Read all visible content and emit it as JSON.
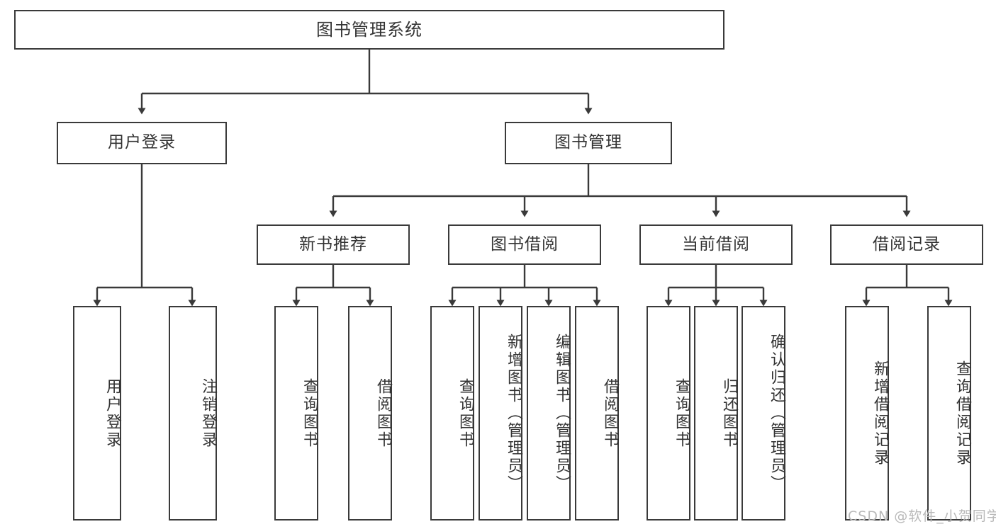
{
  "diagram": {
    "title": "图书管理系统",
    "type": "tree-hierarchy",
    "stroke_color": "#3a3a3a",
    "text_color": "#333333",
    "background": "#ffffff"
  },
  "root": {
    "label": "图书管理系统"
  },
  "level2": [
    {
      "label": "用户登录"
    },
    {
      "label": "图书管理"
    }
  ],
  "level3": [
    {
      "label": "新书推荐"
    },
    {
      "label": "图书借阅"
    },
    {
      "label": "当前借阅"
    },
    {
      "label": "借阅记录"
    }
  ],
  "leaves": {
    "user_login": [
      {
        "label": "用户登录"
      },
      {
        "label": "注销登录"
      }
    ],
    "new_book": [
      {
        "label": "查询图书"
      },
      {
        "label": "借阅图书"
      }
    ],
    "book_borrow": [
      {
        "label": "查询图书"
      },
      {
        "label": "新增图书（管理员）"
      },
      {
        "label": "编辑图书（管理员）"
      },
      {
        "label": "借阅图书"
      }
    ],
    "current_borrow": [
      {
        "label": "查询图书"
      },
      {
        "label": "归还图书"
      },
      {
        "label": "确认归还（管理员）"
      }
    ],
    "borrow_record": [
      {
        "label": "新增借阅记录"
      },
      {
        "label": "查询借阅记录"
      }
    ]
  },
  "watermark": {
    "text": "CSDN @软件_小贺同学"
  }
}
